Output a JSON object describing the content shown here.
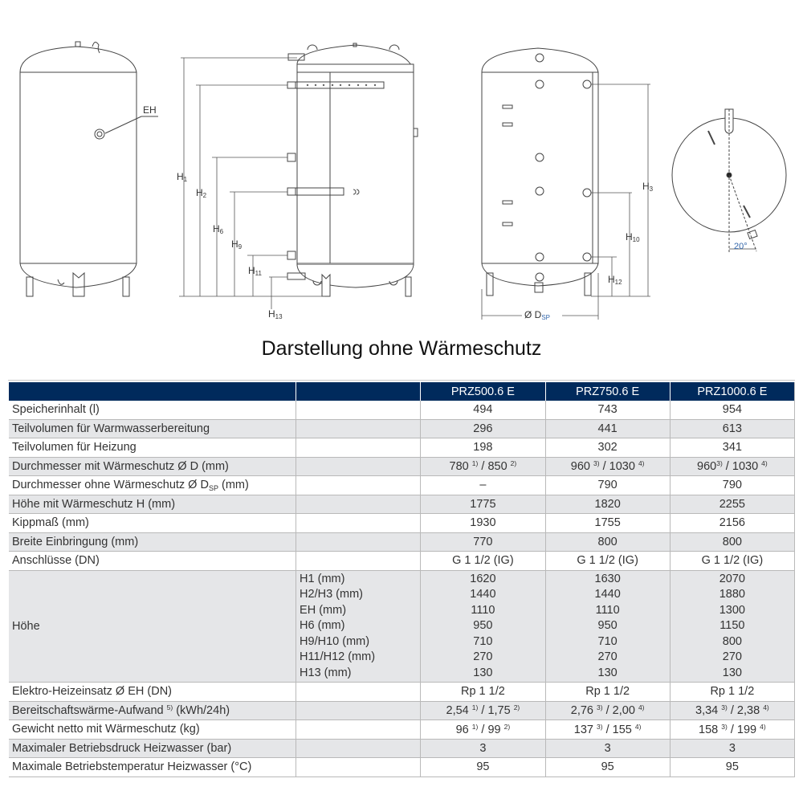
{
  "drawings": {
    "view1_labels": {
      "eh": "EH"
    },
    "view2_labels": {
      "h1": "H",
      "h1_sub": "1",
      "h2": "H",
      "h2_sub": "2",
      "h6": "H",
      "h6_sub": "6",
      "h9": "H",
      "h9_sub": "9",
      "h11": "H",
      "h11_sub": "11",
      "h13": "H",
      "h13_sub": "13"
    },
    "view3_labels": {
      "h3": "H",
      "h3_sub": "3",
      "h10": "H",
      "h10_sub": "10",
      "h12": "H",
      "h12_sub": "12",
      "dsp": "Ø D",
      "dsp_sub": "SP"
    },
    "view4_labels": {
      "angle": "20°"
    }
  },
  "caption": "Darstellung ohne Wärmeschutz",
  "table": {
    "header": {
      "label": "",
      "sub": "",
      "models": [
        "PRZ500.6 E",
        "PRZ750.6 E",
        "PRZ1000.6 E"
      ]
    },
    "rows": [
      {
        "label": "Speicherinhalt (l)",
        "values": [
          "494",
          "743",
          "954"
        ]
      },
      {
        "label": "Teilvolumen für Warmwasserbereitung",
        "values": [
          "296",
          "441",
          "613"
        ]
      },
      {
        "label": "Teilvolumen für Heizung",
        "values": [
          "198",
          "302",
          "341"
        ]
      },
      {
        "label": "Durchmesser mit Wärmeschutz Ø D (mm)",
        "values": [
          {
            "a": "780",
            "a_note": "1)",
            "b": "850",
            "b_note": "2)"
          },
          {
            "a": "960",
            "a_note": "3)",
            "b": "1030",
            "b_note": "4)"
          },
          {
            "a": "960",
            "a_note": "3)",
            "b": "1030",
            "b_note": "4)"
          }
        ]
      },
      {
        "label": "Durchmesser ohne Wärmeschutz Ø D",
        "label_sub": "SP",
        "label_suffix": "(mm)",
        "values": [
          "–",
          "790",
          "790"
        ]
      },
      {
        "label": "Höhe mit Wärmeschutz H (mm)",
        "values": [
          "1775",
          "1820",
          "2255"
        ]
      },
      {
        "label": "Kippmaß (mm)",
        "values": [
          "1930",
          "1755",
          "2156"
        ]
      },
      {
        "label": "Breite Einbringung (mm)",
        "values": [
          "770",
          "800",
          "800"
        ]
      },
      {
        "label": "Anschlüsse (DN)",
        "values": [
          "G 1 1/2 (IG)",
          "G 1 1/2 (IG)",
          "G 1 1/2 (IG)"
        ]
      }
    ],
    "hoehe": {
      "label": "Höhe",
      "sublabels": [
        "H1 (mm)",
        "H2/H3 (mm)",
        "EH (mm)",
        "H6 (mm)",
        "H9/H10 (mm)",
        "H11/H12 (mm)",
        "H13 (mm)"
      ],
      "values": [
        [
          "1620",
          "1440",
          "1110",
          "950",
          "710",
          "270",
          "130"
        ],
        [
          "1630",
          "1440",
          "1110",
          "950",
          "710",
          "270",
          "130"
        ],
        [
          "2070",
          "1880",
          "1300",
          "1150",
          "800",
          "270",
          "130"
        ]
      ]
    },
    "rows_after": [
      {
        "label": "Elektro-Heizeinsatz Ø EH (DN)",
        "values": [
          "Rp 1 1/2",
          "Rp 1 1/2",
          "Rp 1 1/2"
        ]
      },
      {
        "label": "Bereitschaftswärme-Aufwand",
        "label_note": "5)",
        "label_suffix": "(kWh/24h)",
        "values": [
          {
            "a": "2,54",
            "a_note": "1)",
            "b": "1,75",
            "b_note": "2)"
          },
          {
            "a": "2,76",
            "a_note": "3)",
            "b": "2,00",
            "b_note": "4)"
          },
          {
            "a": "3,34",
            "a_note": "3)",
            "b": "2,38",
            "b_note": "4)"
          }
        ]
      },
      {
        "label": "Gewicht netto mit Wärmeschutz (kg)",
        "values": [
          {
            "a": "96",
            "a_note": "1)",
            "b": "99",
            "b_note": "2)"
          },
          {
            "a": "137",
            "a_note": "3)",
            "b": "155",
            "b_note": "4)"
          },
          {
            "a": "158",
            "a_note": "3)",
            "b": "199",
            "b_note": "4)"
          }
        ]
      },
      {
        "label": "Maximaler Betriebsdruck Heizwasser (bar)",
        "values": [
          "3",
          "3",
          "3"
        ]
      },
      {
        "label": "Maximale Betriebstemperatur Heizwasser (°C)",
        "values": [
          "95",
          "95",
          "95"
        ]
      }
    ]
  },
  "colors": {
    "header_bg": "#002a5c",
    "stripe": "#e5e6e8",
    "grid": "#b9b9b9",
    "dim_label": "#3366aa"
  }
}
